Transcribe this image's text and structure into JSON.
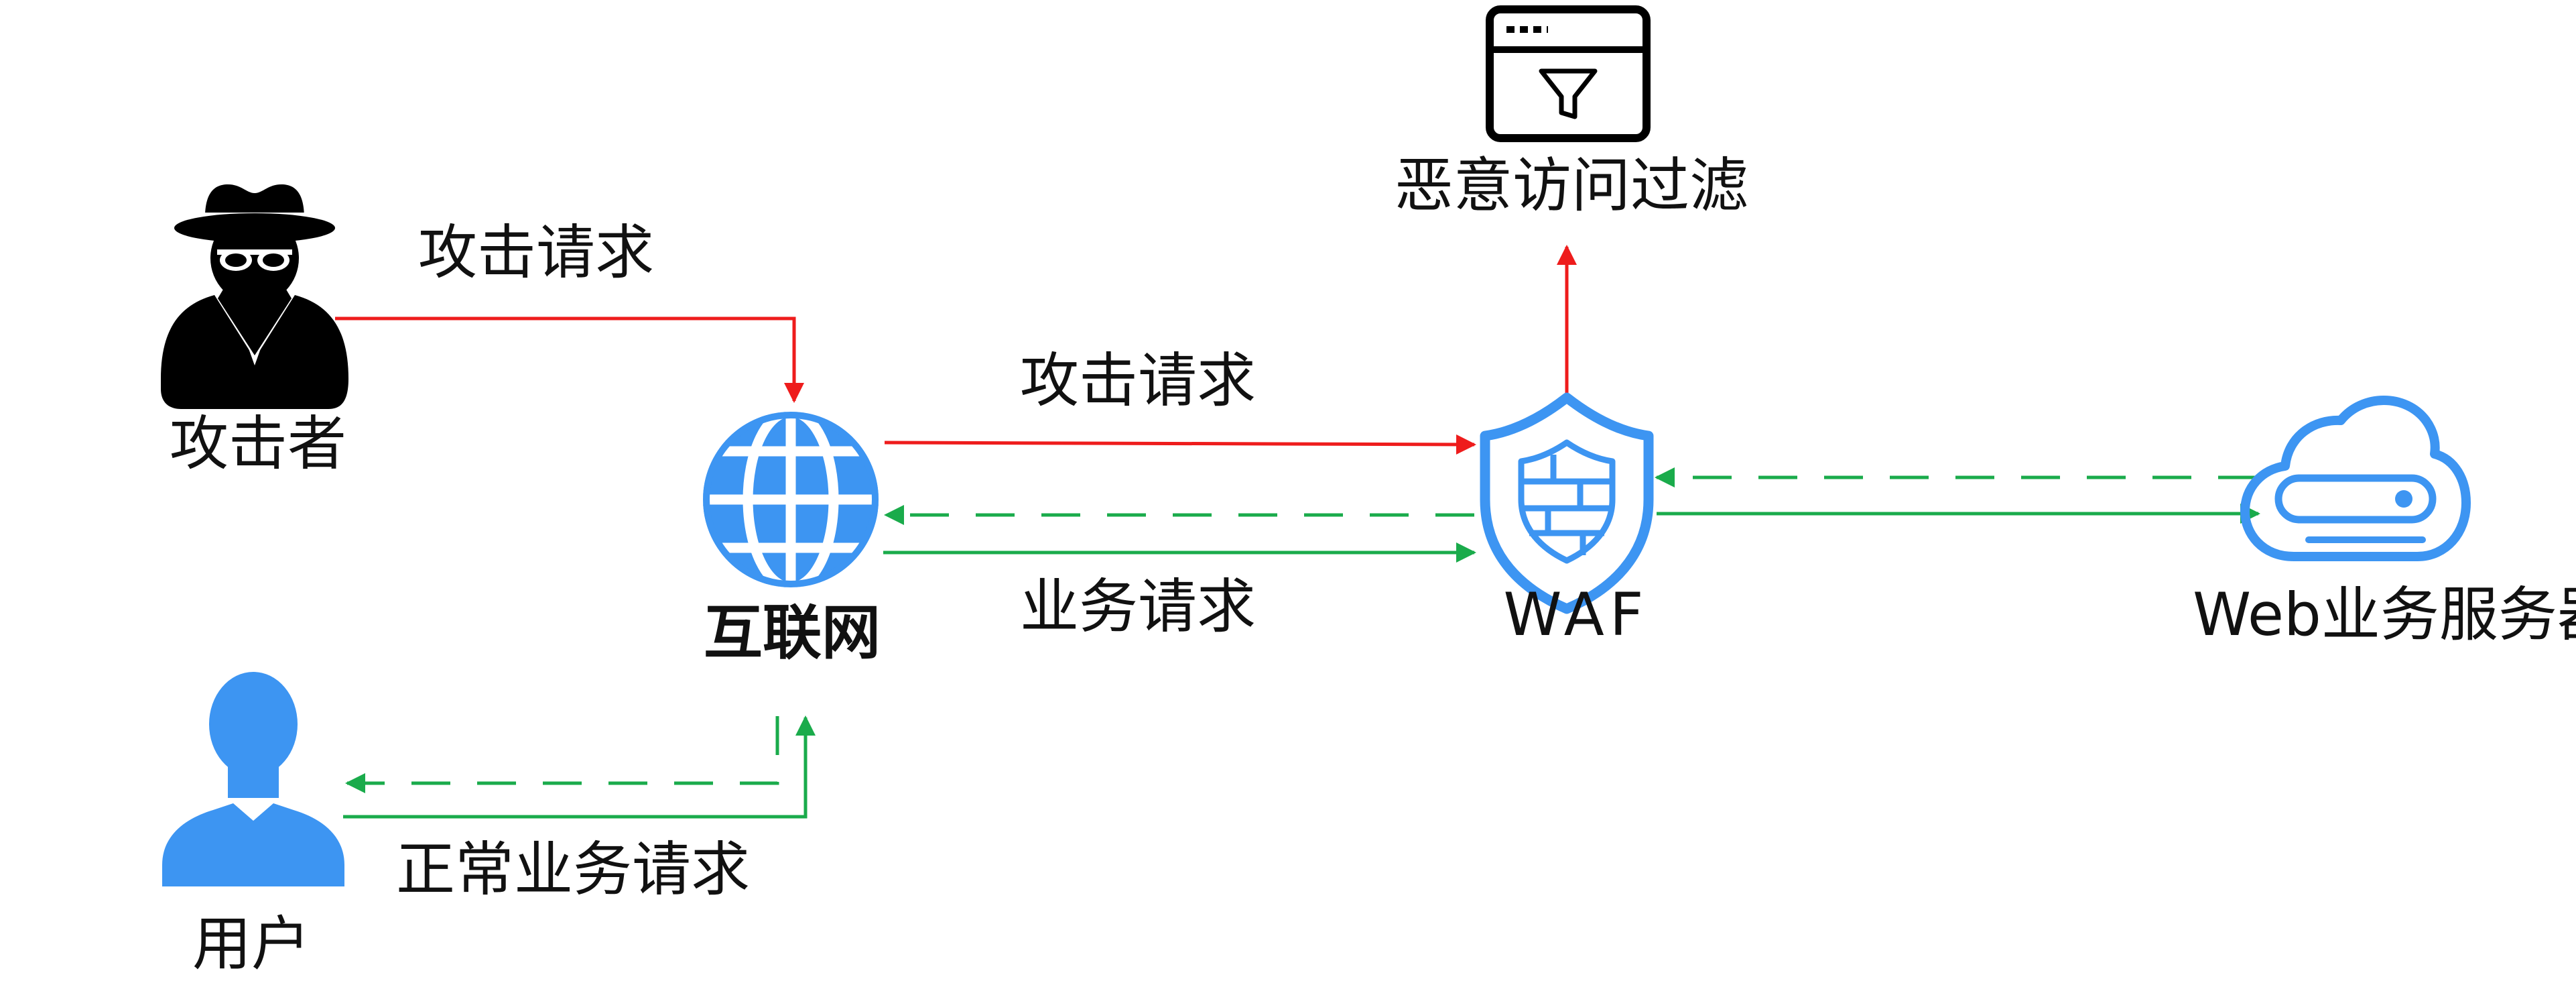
{
  "nodes": {
    "attacker": {
      "label": "攻击者",
      "icon": "hacker-icon"
    },
    "internet": {
      "label": "互联网",
      "icon": "globe-icon"
    },
    "user": {
      "label": "用户",
      "icon": "user-icon"
    },
    "waf": {
      "label": "WAF",
      "icon": "shield-firewall-icon"
    },
    "filter": {
      "label": "恶意访问过滤",
      "icon": "browser-filter-icon"
    },
    "server": {
      "label": "Web业务服务器",
      "icon": "cloud-server-icon"
    }
  },
  "edges": {
    "attacker_to_internet": {
      "label": "攻击请求"
    },
    "internet_to_waf_attack": {
      "label": "攻击请求"
    },
    "internet_to_waf_business": {
      "label": "业务请求"
    },
    "user_to_internet": {
      "label": "正常业务请求"
    }
  },
  "colors": {
    "attack": "#ee1c1c",
    "normal": "#1aab4b",
    "icon_blue": "#3d95f2",
    "icon_black": "#000000"
  }
}
